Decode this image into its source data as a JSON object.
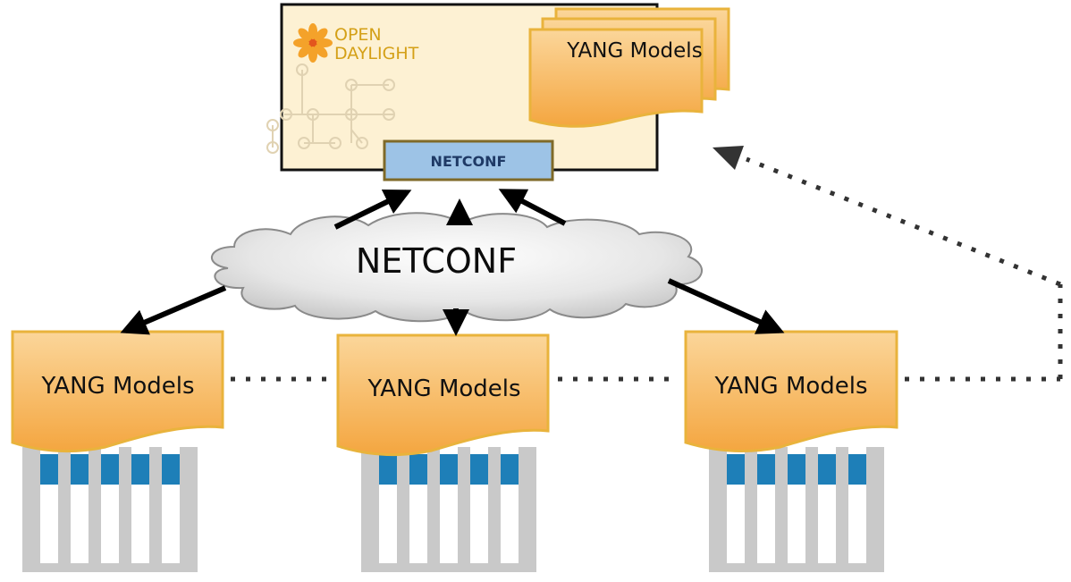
{
  "controller": {
    "logo_line1": "OPEN",
    "logo_line2": "DAYLIGHT",
    "models_label": "YANG Models",
    "protocol_box_label": "NETCONF"
  },
  "cloud": {
    "label": "NETCONF"
  },
  "devices": [
    {
      "models_label": "YANG Models"
    },
    {
      "models_label": "YANG Models"
    },
    {
      "models_label": "YANG Models"
    }
  ],
  "colors": {
    "controller_fill": "#fdf1d3",
    "protocol_box_fill": "#9dc3e6",
    "protocol_box_border": "#7f6a28",
    "doc_fill_top": "#fbd69a",
    "doc_fill_bottom": "#f4a640",
    "doc_border": "#e9b33c",
    "cloud_fill": "#dcdcdc",
    "rack_gray": "#c9c9c9",
    "rack_blue": "#1e7fb8",
    "arrow": "#000000",
    "dotted_line": "#333333"
  }
}
